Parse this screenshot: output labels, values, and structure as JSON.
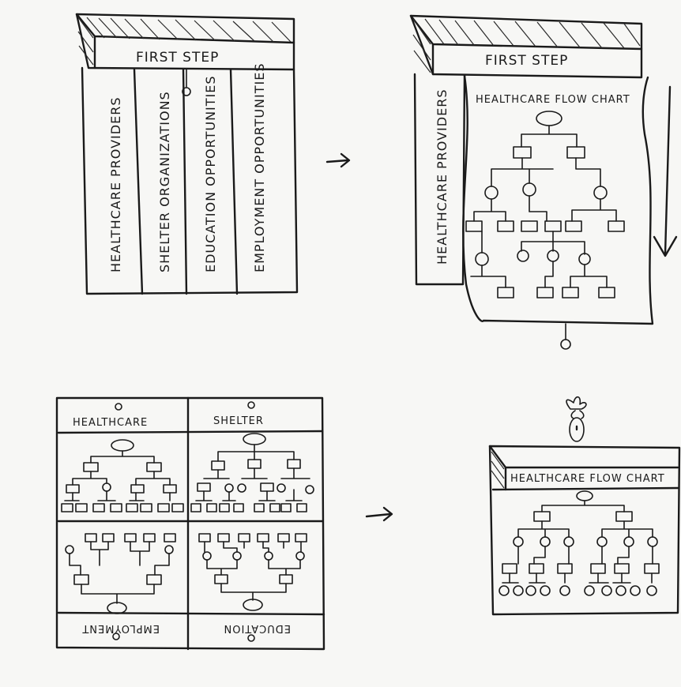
{
  "sketches": {
    "top_left": {
      "header": "FIRST STEP",
      "columns": [
        "HEALTHCARE PROVIDERS",
        "SHELTER ORGANIZATIONS",
        "EDUCATION OPPORTUNITIES",
        "EMPLOYMENT OPPORTUNITIES"
      ]
    },
    "top_right": {
      "header": "FIRST STEP",
      "side_tab": "HEALTHCARE PROVIDERS",
      "sheet_title": "HEALTHCARE FLOW CHART"
    },
    "bottom_left": {
      "quadrants": [
        "HEALTHCARE",
        "SHELTER",
        "EMPLOYMENT",
        "EDUCATION"
      ]
    },
    "bottom_right": {
      "title": "HEALTHCARE FLOW CHART"
    }
  },
  "arrows": [
    "→",
    "→"
  ]
}
